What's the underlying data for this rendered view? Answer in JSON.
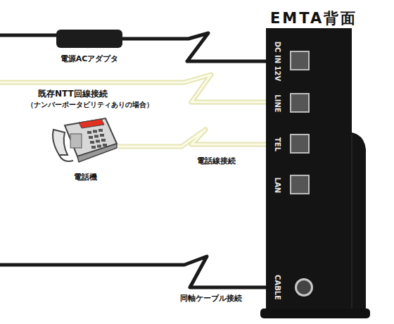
{
  "diagram": {
    "nodes": [
      {
        "text": [
          "EMTA背面"
        ]
      },
      {
        "text": [
          "DC IN 12V"
        ],
        "in": 0
      },
      {
        "text": [
          "LINE"
        ],
        "in": 0
      },
      {
        "text": [
          "TEL"
        ],
        "in": 0
      },
      {
        "text": [
          "LAN"
        ],
        "in": 0
      },
      {
        "text": [
          "CABLE"
        ],
        "in": 0
      },
      {
        "text": [
          "電源ACアダプタ"
        ]
      },
      {
        "text": [
          "電話機"
        ]
      }
    ],
    "edges": [
      {
        "from": 6,
        "to": 1,
        "arrow": "none"
      },
      {
        "from": 7,
        "to": 3,
        "arrow": "none",
        "label": "電話線接続"
      }
    ],
    "labels": [
      "既存NTT回線接続",
      "（ナンバーポータビリティありの場合）",
      "同軸ケーブル接続"
    ]
  }
}
